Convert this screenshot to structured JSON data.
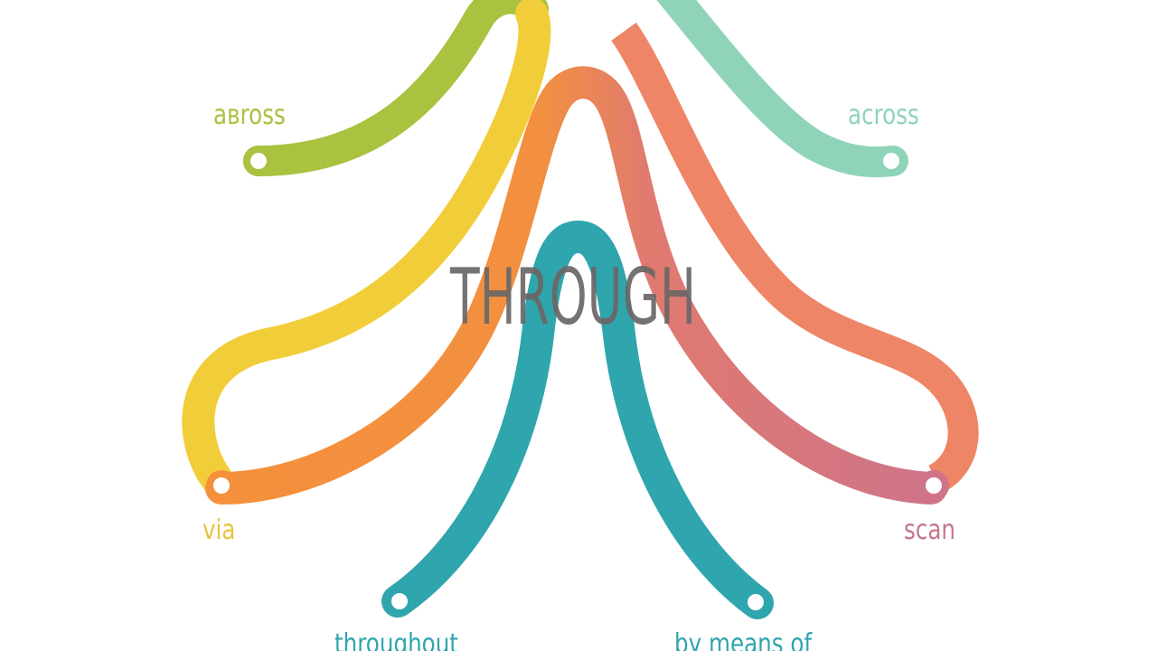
{
  "center_word": "THROUGH",
  "synonyms": [
    {
      "id": "across-left",
      "label": "aвross",
      "color": "#a9c23f"
    },
    {
      "id": "via",
      "label": "via",
      "color": "#f2cd3a"
    },
    {
      "id": "orange",
      "label": "",
      "color": "#f5903c"
    },
    {
      "id": "throughout",
      "label": "throughout",
      "color": "#2fa5ad"
    },
    {
      "id": "by-means-of",
      "label": "by means of",
      "color": "#2fa5ad"
    },
    {
      "id": "scan",
      "label": "scan",
      "color": "#cf7488"
    },
    {
      "id": "salmon",
      "label": "",
      "color": "#ee8566"
    },
    {
      "id": "across-right",
      "label": "across",
      "color": "#8fd4b8"
    }
  ],
  "label_colors": {
    "across_left": "#a9c23f",
    "across_right": "#8fd4b8",
    "via": "#e9c23a",
    "scan": "#c7768a",
    "throughout": "#2fa5ad",
    "by_means_of": "#2fa5ad"
  }
}
